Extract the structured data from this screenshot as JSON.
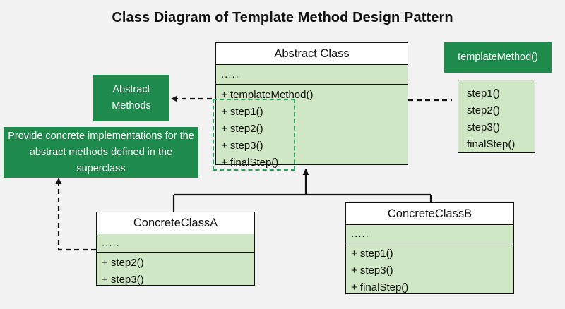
{
  "diagram": {
    "title": "Class Diagram of Template Method Design Pattern",
    "type": "uml-class-diagram",
    "colors": {
      "background": "#f2f2f2",
      "class_fill": "#cfe7c4",
      "class_header_fill": "#ffffff",
      "callout_fill": "#1e8a4c",
      "callout_text": "#ffffff",
      "border": "#111111",
      "highlight_dashed": "#2e9e5b"
    }
  },
  "classes": {
    "abstract_class": {
      "name": "Abstract Class",
      "attributes": [
        "....."
      ],
      "operations": [
        "+ templateMethod()",
        "+ step1()",
        "+ step2()",
        "+ step3()",
        "+ finalStep()"
      ]
    },
    "concrete_class_a": {
      "name": "ConcreteClassA",
      "attributes": [
        "....."
      ],
      "operations": [
        "+ step2()",
        "+ step3()"
      ]
    },
    "concrete_class_b": {
      "name": "ConcreteClassB",
      "attributes": [
        "....."
      ],
      "operations": [
        "+ step1()",
        "+ step3()",
        "+ finalStep()"
      ]
    }
  },
  "callouts": {
    "abstract_methods": {
      "line1": "Abstract",
      "line2": "Methods"
    },
    "template_method": {
      "label": "templateMethod()"
    },
    "concrete_implementations": {
      "text": "Provide concrete implementations for the abstract methods defined in the superclass"
    }
  },
  "step_list": {
    "items": [
      "step1()",
      "step2()",
      "step3()",
      "finalStep()"
    ]
  },
  "connectors": {
    "generalization_label": "generalization-arrow",
    "abstract_methods_link": "dashed-arrow-to-abstract-methods",
    "template_method_link": "dashed-line-to-step-list",
    "concrete_note_link": "dashed-arrow-to-concrete-note"
  }
}
